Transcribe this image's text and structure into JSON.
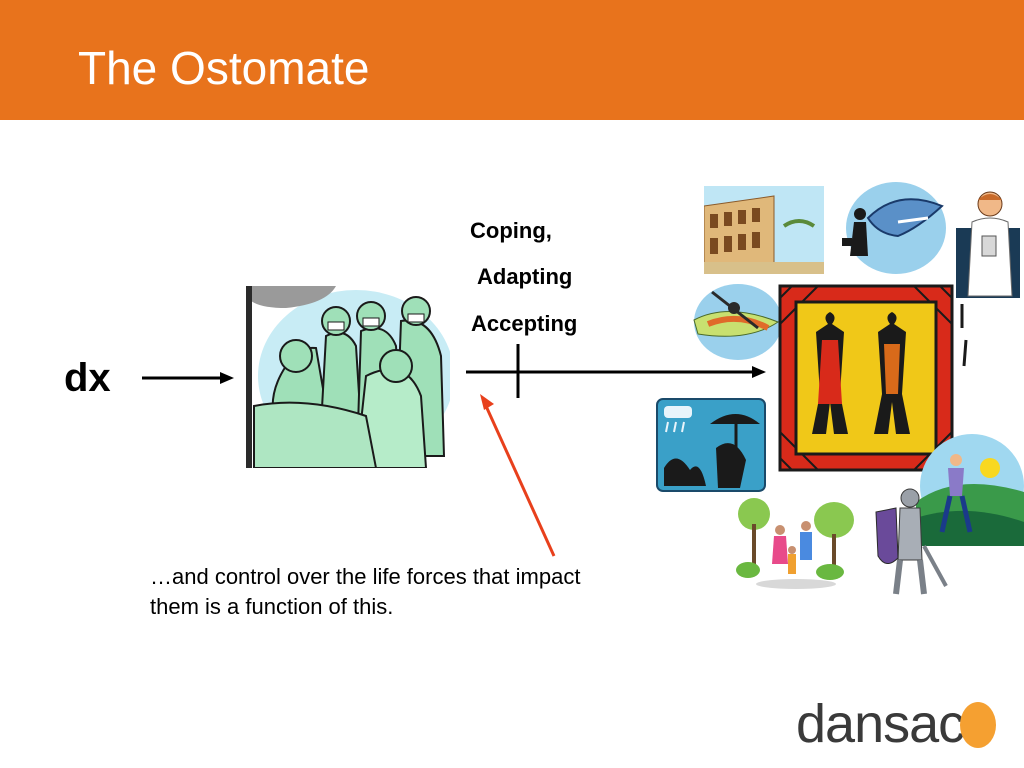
{
  "slide": {
    "title": "The Ostomate",
    "dx_label": "dx",
    "coping_words": [
      "Coping,",
      "Adapting",
      "Accepting"
    ],
    "caption_line1": "…and control over the life forces that impact",
    "caption_line2": "them is a function of this.",
    "logo_text": "dansac"
  },
  "colors": {
    "header": "#e8731c",
    "title_text": "#ffffff",
    "arrow_black": "#000000",
    "arrow_red": "#e8401c",
    "logo_dot": "#f5a031",
    "logo_text": "#3a3a3a"
  },
  "icons": [
    "surgery-team-clipart",
    "colosseum-clipart",
    "shark-businessman-clipart",
    "doctor-clipart",
    "kayaker-clipart",
    "umbrella-rain-clipart",
    "tribal-figures-tapestry-clipart",
    "mountain-sunrise-clipart",
    "family-trees-clipart",
    "knight-shield-clipart"
  ]
}
